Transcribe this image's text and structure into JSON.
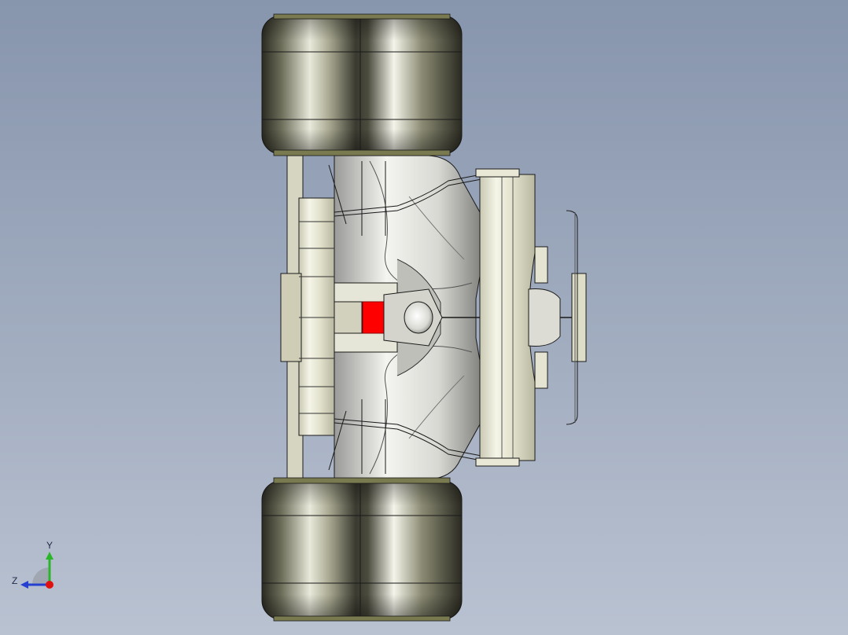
{
  "view": {
    "background_top": "#8795ad",
    "background_bottom": "#b9c2d1",
    "model": "rear-axle-assembly"
  },
  "colors": {
    "tire_dark": "#2a2a21",
    "tire_light": "#f4f4ea",
    "body": "#f2f2ee",
    "body_shade": "#8f908c",
    "wing": "#deddc8",
    "highlight_block": "#ff0000",
    "outline": "#1a1a1a"
  },
  "triad": {
    "y_label": "Y",
    "z_label": "Z",
    "y_color": "#2bb52b",
    "z_color": "#2540d0",
    "x_color": "#e01010"
  }
}
